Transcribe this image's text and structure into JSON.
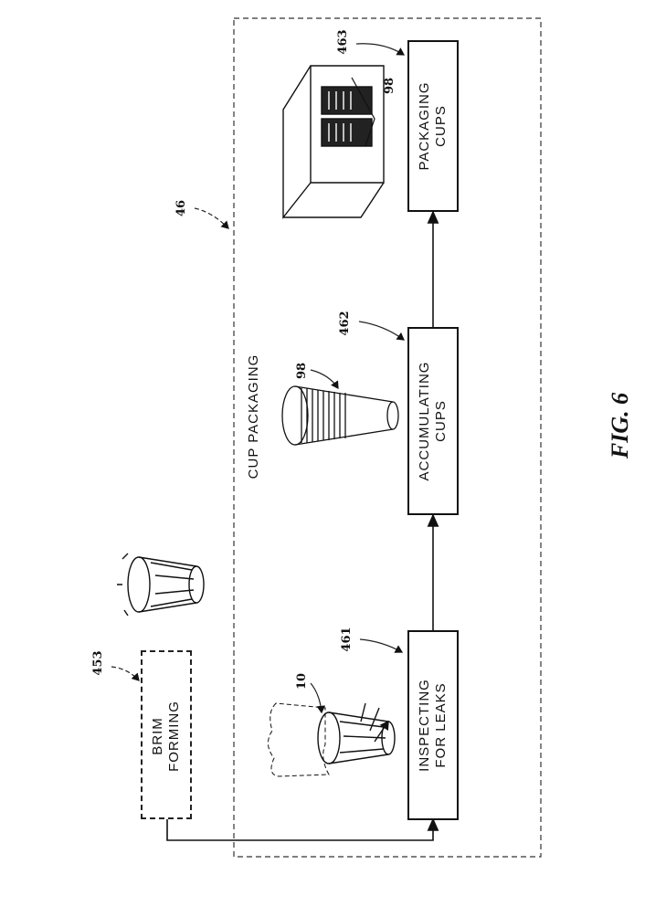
{
  "diagram": {
    "group": {
      "ref": "46",
      "title": "CUP PACKAGING"
    },
    "steps": [
      {
        "ref": "453",
        "line1": "BRIM",
        "line2": "FORMING"
      },
      {
        "ref": "461",
        "line1": "INSPECTING",
        "line2": "FOR LEAKS"
      },
      {
        "ref": "462",
        "line1": "ACCUMULATING",
        "line2": "CUPS"
      },
      {
        "ref": "463",
        "line1": "PACKAGING",
        "line2": "CUPS"
      }
    ],
    "callouts": {
      "cup": "10",
      "stack": "98",
      "stack_in_box": "98"
    },
    "figure_label": "FIG. 6"
  }
}
